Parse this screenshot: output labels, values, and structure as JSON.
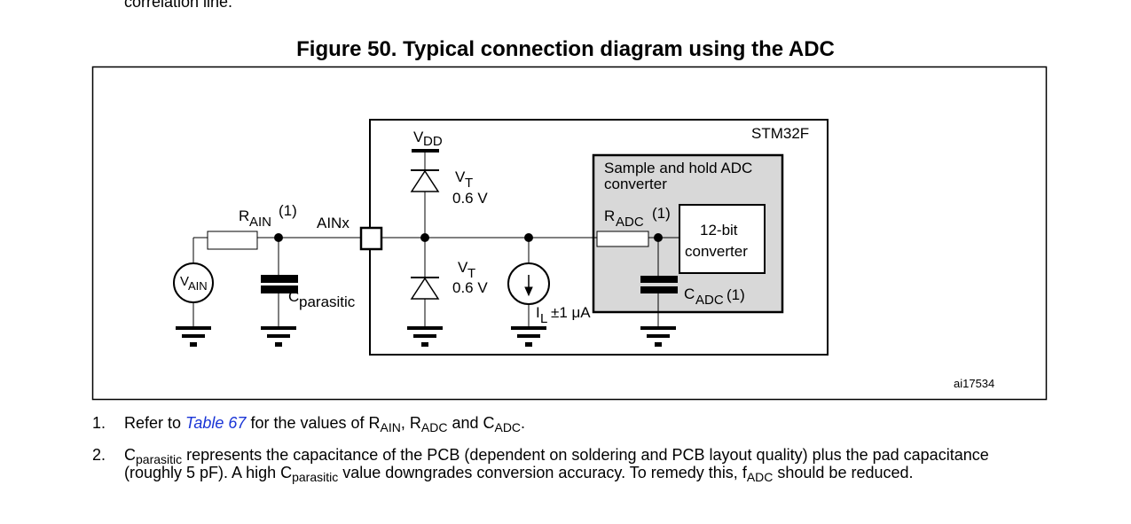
{
  "previous_text": "correlation line.",
  "figure": {
    "title": "Figure 50. Typical connection diagram using the ADC",
    "chip_label": "STM32F",
    "vdd": {
      "main": "V",
      "sub": "DD"
    },
    "vt_upper": {
      "main": "V",
      "sub": "T",
      "value": "0.6 V"
    },
    "vt_lower": {
      "main": "V",
      "sub": "T",
      "value": "0.6 V"
    },
    "rain": {
      "main": "R",
      "sub": "AIN",
      "note": "(1)"
    },
    "ainx": "AINx",
    "vain": {
      "main": "V",
      "sub": "AIN"
    },
    "cparasitic": {
      "main": "C",
      "sub": "parasitic"
    },
    "il": {
      "main": "I",
      "sub": "L",
      "value": "±1 μA"
    },
    "sh_label_1": "Sample and hold ADC",
    "sh_label_2": "converter",
    "radc": {
      "main": "R",
      "sub": "ADC",
      "note": "(1)"
    },
    "cadc": {
      "main": "C",
      "sub": "ADC",
      "note": "(1)"
    },
    "converter_1": "12-bit",
    "converter_2": "converter",
    "figure_id": "ai17534",
    "colors": {
      "adc_fill": "#d8d8d8",
      "link": "#1a35d6"
    }
  },
  "notes": [
    {
      "num": "1.",
      "t1": "Refer to ",
      "link": "Table 67",
      "t2": " for the values of R",
      "s1": "AIN",
      "t3": ", R",
      "s2": "ADC",
      "t4": " and C",
      "s3": "ADC",
      "t5": "."
    },
    {
      "num": "2.",
      "t1": "C",
      "s1": "parasitic",
      "t2": " represents the capacitance of the PCB (dependent on soldering and PCB layout quality) plus the pad capacitance (roughly 5 pF). A high C",
      "s2": "parasitic",
      "t3": " value downgrades conversion accuracy. To remedy this, f",
      "s3": "ADC",
      "t4": " should be reduced."
    }
  ]
}
